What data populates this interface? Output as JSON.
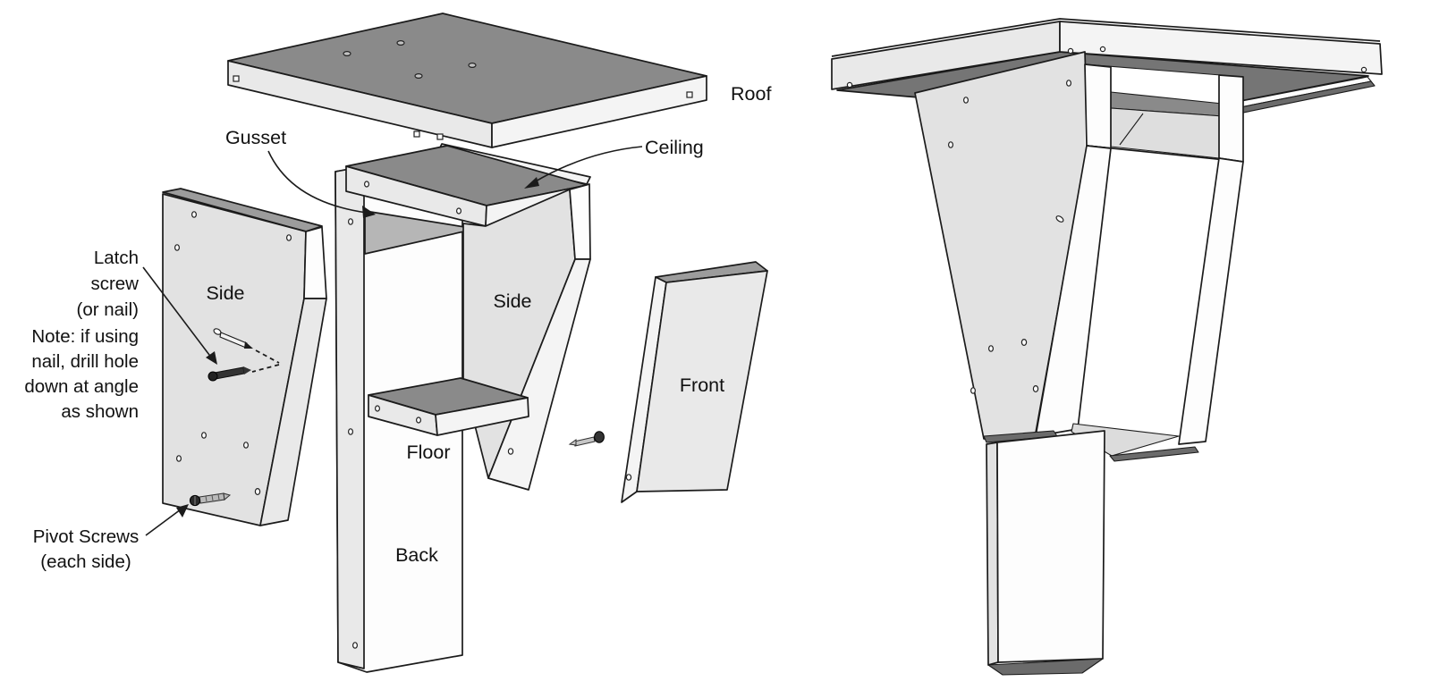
{
  "labels": {
    "roof": "Roof",
    "gusset": "Gusset",
    "ceiling": "Ceiling",
    "side_left": "Side",
    "side_middle": "Side",
    "floor": "Floor",
    "back": "Back",
    "front": "Front"
  },
  "notes": {
    "latch": [
      "Latch",
      "screw",
      "(or nail)",
      "Note:  if using",
      "nail, drill hole",
      "down at angle",
      "as shown"
    ],
    "pivot": [
      "Pivot Screws",
      "(each side)"
    ]
  },
  "palette": {
    "outline": "#1b1b1b",
    "dark_face": "#8a8a8a",
    "roof_underside": "#757575",
    "gusset_face": "#b6b6b6",
    "light_face": "#e2e2e2",
    "lighter_face": "#f4f4f4",
    "white_face": "#fdfdfd",
    "bottom_edge": "#6b6b6b",
    "background": "#ffffff"
  }
}
